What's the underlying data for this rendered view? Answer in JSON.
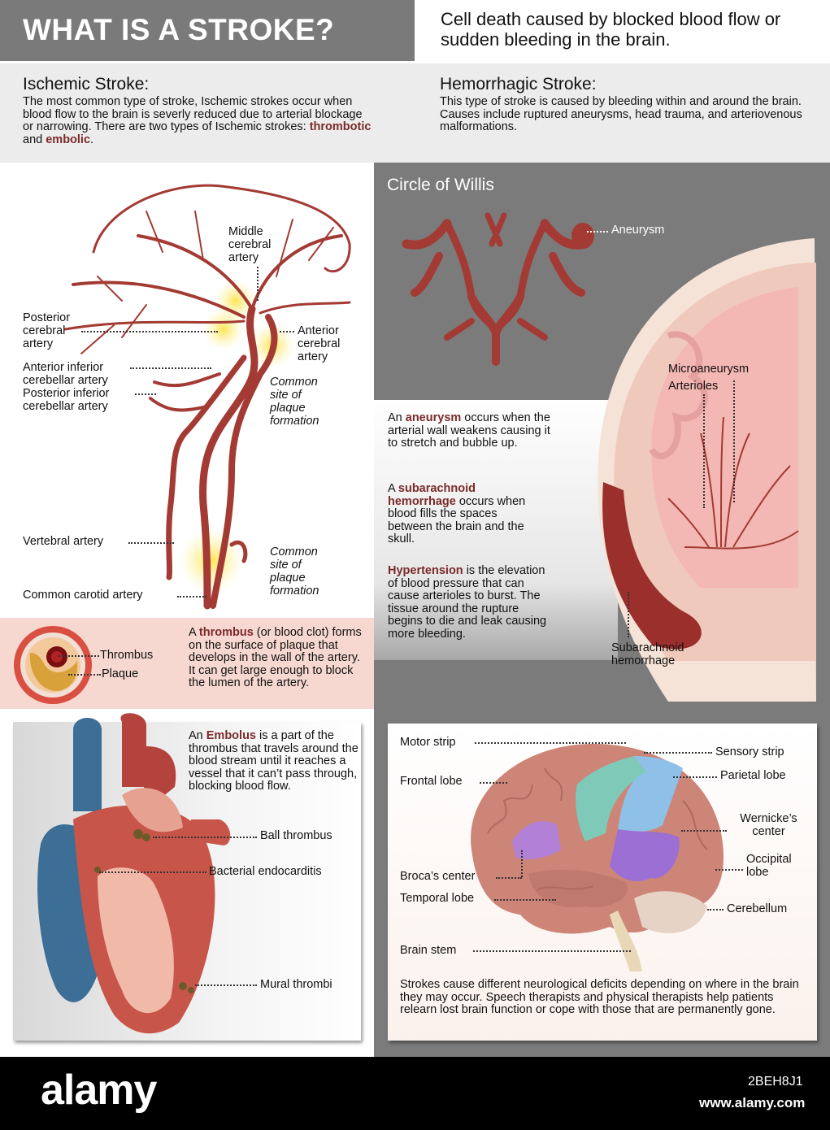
{
  "header": {
    "title": "WHAT IS A STROKE?",
    "subtitle": "Cell death caused by blocked blood flow or sudden bleeding in the brain."
  },
  "ischemic": {
    "heading": "Ischemic Stroke:",
    "text": "The most common type of stroke, Ischemic strokes occur when blood flow to the brain is severly reduced due to arterial blockage or narrowing. There are two types of Ischemic strokes: ",
    "term1": "thrombotic",
    "and": " and ",
    "term2": "embolic",
    "end": "."
  },
  "hemorrhagic": {
    "heading": "Hemorrhagic Stroke:",
    "text": "This type of stroke is caused by bleeding within and around the brain. Causes include ruptured aneurysms, head trauma, and arteriovenous malformations."
  },
  "artery_labels": {
    "middle_cerebral": "Middle cerebral artery",
    "posterior_cerebral": "Posterior cerebral artery",
    "anterior_cerebral": "Anterior cerebral artery",
    "anterior_inferior": "Anterior inferior cerebellar artery",
    "posterior_inferior": "Posterior inferior cerebellar artery",
    "plaque_site_1": "Common site of plaque formation",
    "vertebral": "Vertebral artery",
    "plaque_site_2": "Common site of plaque formation",
    "common_carotid": "Common carotid artery"
  },
  "thrombus_section": {
    "label_thrombus": "Thrombus",
    "label_plaque": "Plaque",
    "prefix": "A ",
    "term": "thrombus",
    "text": " (or blood clot) forms on the surface of plaque that develops in the wall of the artery. It can get large enough to block the lumen of the artery."
  },
  "embolus_section": {
    "prefix": "An ",
    "term": "Embolus",
    "text": " is a part of the thrombus that travels around the blood stream until it reaches a vessel that it can’t pass through, blocking blood flow.",
    "label_ball": "Ball thrombus",
    "label_bacterial": "Bacterial endocarditis",
    "label_mural": "Mural thrombi"
  },
  "willis": {
    "title": "Circle of Willis",
    "label_aneurysm": "Aneurysm",
    "label_microaneurysm": "Microaneurysm",
    "label_arterioles": "Arterioles",
    "label_subarachnoid": "Subarachnoid hemorrhage"
  },
  "hemorrhage_text": {
    "p1_prefix": "An ",
    "p1_term": "aneurysm",
    "p1_text": " occurs when the arterial wall weakens causing it to stretch and bubble up.",
    "p2_prefix": "A ",
    "p2_term": "subarachnoid hemorrhage",
    "p2_text": " occurs when blood fills the spaces between the brain and the skull.",
    "p3_term": "Hypertension",
    "p3_text": " is the elevation of blood pressure that can cause arterioles to burst. The tissue around the rupture begins to die and leak causing more bleeding."
  },
  "brain": {
    "motor_strip": "Motor strip",
    "sensory_strip": "Sensory strip",
    "frontal_lobe": "Frontal lobe",
    "parietal_lobe": "Parietal lobe",
    "wernicke": "Wernicke’s center",
    "occipital": "Occipital lobe",
    "broca": "Broca’s center",
    "temporal": "Temporal lobe",
    "cerebellum": "Cerebellum",
    "brain_stem": "Brain stem",
    "footer_text": "Strokes cause different neurological deficits depending on where in the brain they may occur. Speech therapists and physical therapists help patients relearn lost brain function or cope with those that are permanently gone."
  },
  "footer": {
    "logo": "alamy",
    "image_id": "2BEH8J1",
    "url": "www.alamy.com"
  },
  "colors": {
    "artery_red": "#a33a33",
    "term_red": "#7a2a2a",
    "header_gray": "#7a7a7a",
    "panel_gray": "#7b7b7b"
  }
}
